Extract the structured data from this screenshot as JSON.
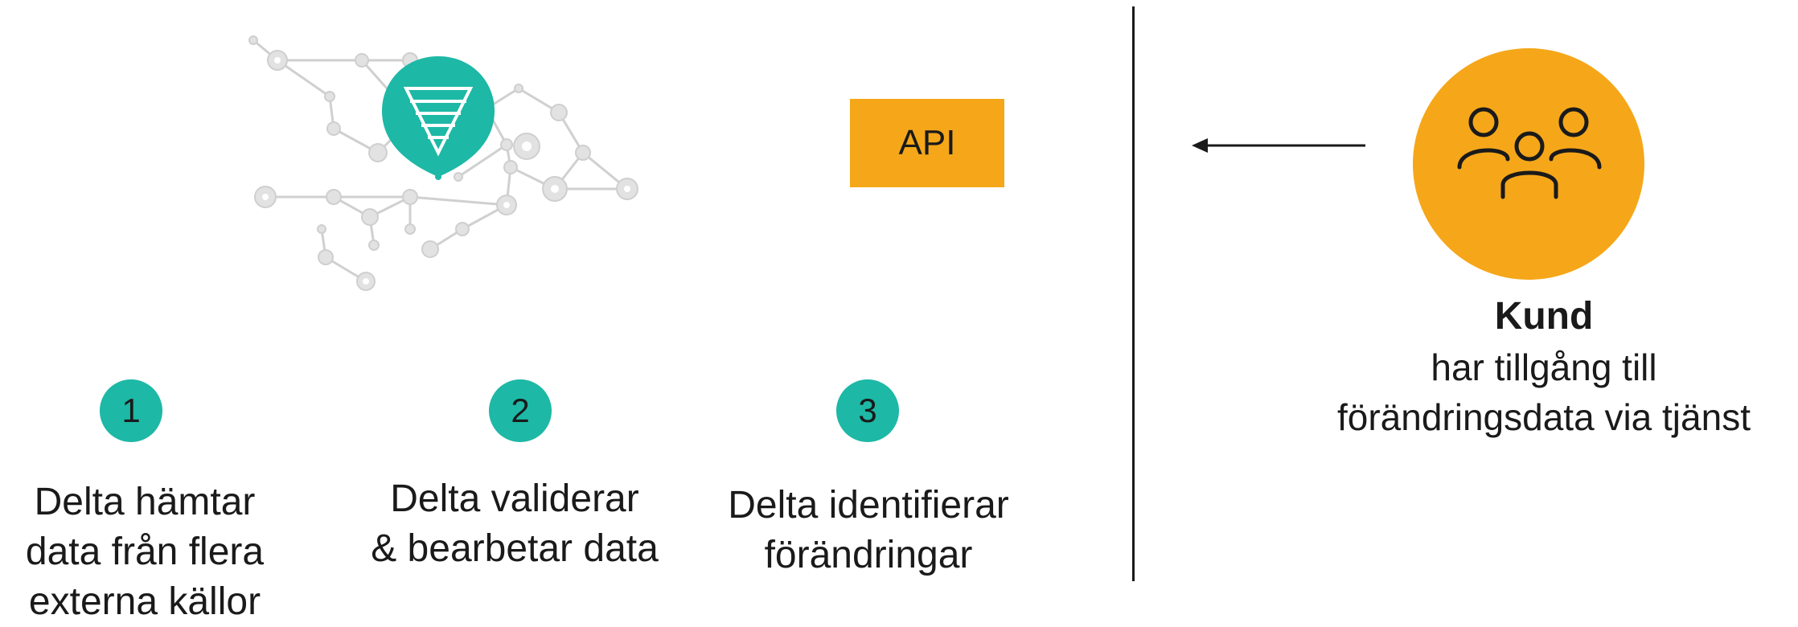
{
  "colors": {
    "teal": "#1db8a6",
    "orange": "#f5a719",
    "node_gray": "#d9d9d9",
    "dark": "#1a1a1a"
  },
  "icons": {
    "network": "network-nodes-icon",
    "pin": "location-pin-icon",
    "people": "people-group-icon",
    "arrow": "arrow-left-icon"
  },
  "api": {
    "label": "API"
  },
  "customer": {
    "title": "Kund",
    "line1": "har tillgång till",
    "line2": "förändringsdata via tjänst"
  },
  "steps": [
    {
      "number": "1",
      "line1": "Delta hämtar",
      "line2": "data från flera",
      "line3": "externa källor"
    },
    {
      "number": "2",
      "line1": "Delta validerar",
      "line2": "& bearbetar data"
    },
    {
      "number": "3",
      "line1": "Delta identifierar",
      "line2": "förändringar"
    }
  ]
}
